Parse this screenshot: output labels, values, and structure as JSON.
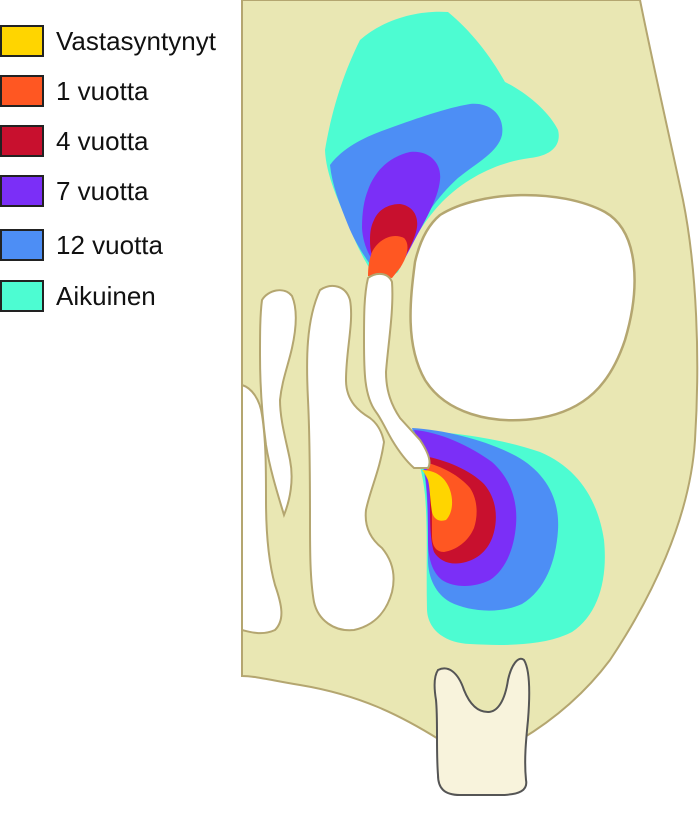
{
  "legend": {
    "items": [
      {
        "label": "Vastasyntynyt",
        "color": "#ffd500"
      },
      {
        "label": "1 vuotta",
        "color": "#ff5722"
      },
      {
        "label": "4 vuotta",
        "color": "#c8102e"
      },
      {
        "label": "7 vuotta",
        "color": "#7b2ff7"
      },
      {
        "label": "12 vuotta",
        "color": "#4d8ef5"
      },
      {
        "label": "Aikuinen",
        "color": "#4dfcd2"
      }
    ]
  },
  "colors": {
    "bone": "#e9e7b3",
    "bone_outline": "#b4a670",
    "cavity": "#ffffff",
    "tooth": "#f8f3dc",
    "tooth_outline": "#555555"
  }
}
